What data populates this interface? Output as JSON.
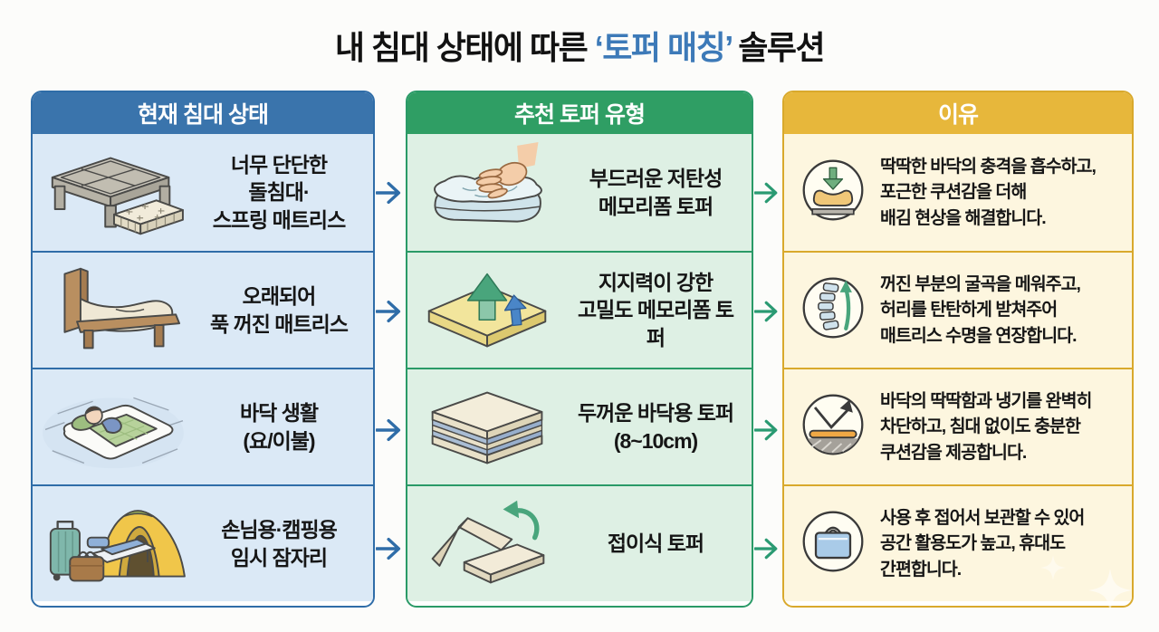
{
  "title": {
    "prefix": "내 침대 상태에 따른 ",
    "highlight": "‘토퍼 매칭’",
    "suffix": " 솔루션",
    "highlight_color": "#3d7ab8"
  },
  "columns": [
    {
      "key": "current",
      "header": "현재 침대 상태",
      "header_bg": "#3a74ac",
      "border": "#2f6da8",
      "cell_bg": "#dbe9f6"
    },
    {
      "key": "topper",
      "header": "추천 토퍼 유형",
      "header_bg": "#2f9e64",
      "border": "#2a9a67",
      "cell_bg": "#def0e4"
    },
    {
      "key": "reason",
      "header": "이유",
      "header_bg": "#e7b73b",
      "border": "#d9a92c",
      "cell_bg": "#fdf6df"
    }
  ],
  "arrows": {
    "current_to_topper_color": "#2f6da8",
    "topper_to_reason_color": "#2a9a72"
  },
  "rows": [
    {
      "current": {
        "text": "너무 단단한\n돌침대·\n스프링 매트리스",
        "illustration": "stone-bed-spring-mattress-illustration"
      },
      "topper": {
        "text": "부드러운 저탄성\n메모리폼 토퍼",
        "illustration": "hand-pressing-soft-topper-illustration"
      },
      "reason": {
        "text": "딱딱한 바닥의 충격을 흡수하고,\n포근한 쿠션감을 더해\n배김 현상을 해결합니다.",
        "icon": "shock-absorb-icon"
      }
    },
    {
      "current": {
        "text": "오래되어\n푹 꺼진 매트리스",
        "illustration": "sagging-mattress-bed-illustration"
      },
      "topper": {
        "text": "지지력이 강한\n고밀도 메모리폼 토퍼",
        "illustration": "high-density-topper-illustration"
      },
      "reason": {
        "text": "꺼진 부분의 굴곡을 메워주고,\n허리를 탄탄하게 받쳐주어\n매트리스 수명을 연장합니다.",
        "icon": "spine-support-icon"
      }
    },
    {
      "current": {
        "text": "바닥 생활\n(요/이불)",
        "illustration": "floor-sleeping-illustration"
      },
      "topper": {
        "text": "두꺼운 바닥용 토퍼\n(8~10cm)",
        "illustration": "thick-floor-topper-illustration"
      },
      "reason": {
        "text": "바닥의 딱딱함과 냉기를 완벽히\n차단하고, 침대 없이도 충분한\n쿠션감을 제공합니다.",
        "icon": "floor-insulation-icon"
      }
    },
    {
      "current": {
        "text": "손님용·캠핑용\n임시 잠자리",
        "illustration": "guest-camping-illustration"
      },
      "topper": {
        "text": "접이식 토퍼",
        "illustration": "folding-topper-illustration"
      },
      "reason": {
        "text": "사용 후 접어서 보관할 수 있어\n공간 활용도가 높고, 휴대도\n간편합니다.",
        "icon": "portable-bag-icon"
      }
    }
  ]
}
